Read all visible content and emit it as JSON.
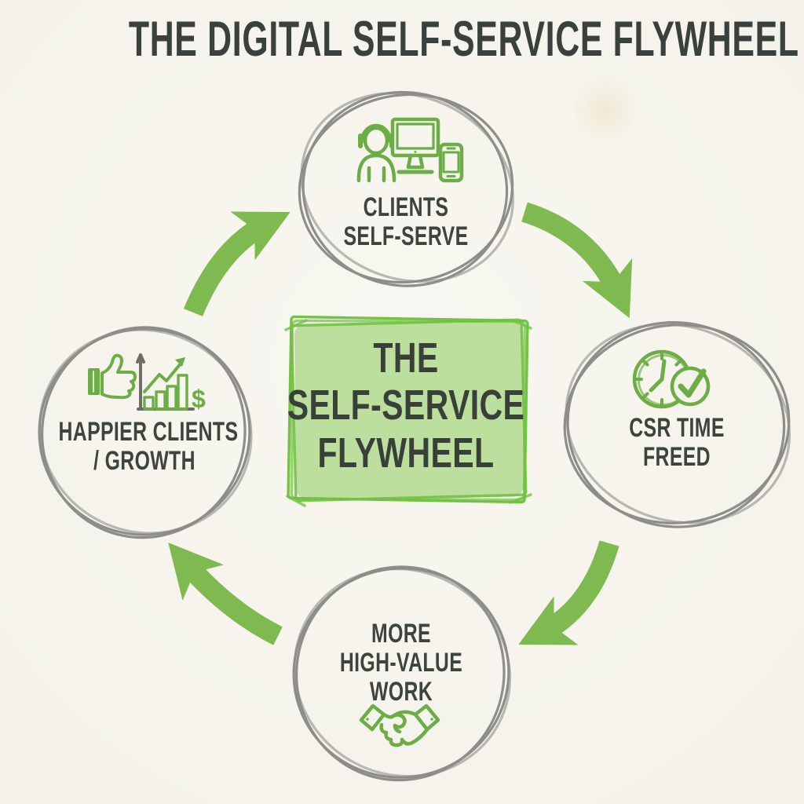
{
  "title": "THE DIGITAL SELF-SERVICE FLYWHEEL",
  "center_box": {
    "lines": [
      "THE",
      "SELF-SERVICE",
      "FLYWHEEL"
    ]
  },
  "nodes": {
    "top": {
      "lines": [
        "CLIENTS",
        "SELF-SERVE"
      ],
      "icon": "person-with-monitor-and-phone-icon"
    },
    "right": {
      "lines": [
        "CSR TIME",
        "FREED"
      ],
      "icon": "clock-with-checkmark-icon"
    },
    "bottom": {
      "lines": [
        "MORE",
        "HIGH-VALUE",
        "WORK"
      ],
      "icon": "handshake-icon"
    },
    "left": {
      "lines": [
        "HAPPIER CLIENTS",
        "/ GROWTH"
      ],
      "icon": "thumbs-up-growth-chart-dollar-icon",
      "dollar_sign": "$"
    }
  },
  "flow_direction": "clockwise",
  "colors": {
    "background": "#f4f2e9",
    "icon_green": "#6cae45",
    "arrow_green": "#7eba4f",
    "box_fill": "#bcdf9e",
    "box_border_green": "#72c243",
    "circle_gray": "#8d8d89",
    "axis_gray": "#6e6e69",
    "text_dark": "#3d433d"
  }
}
